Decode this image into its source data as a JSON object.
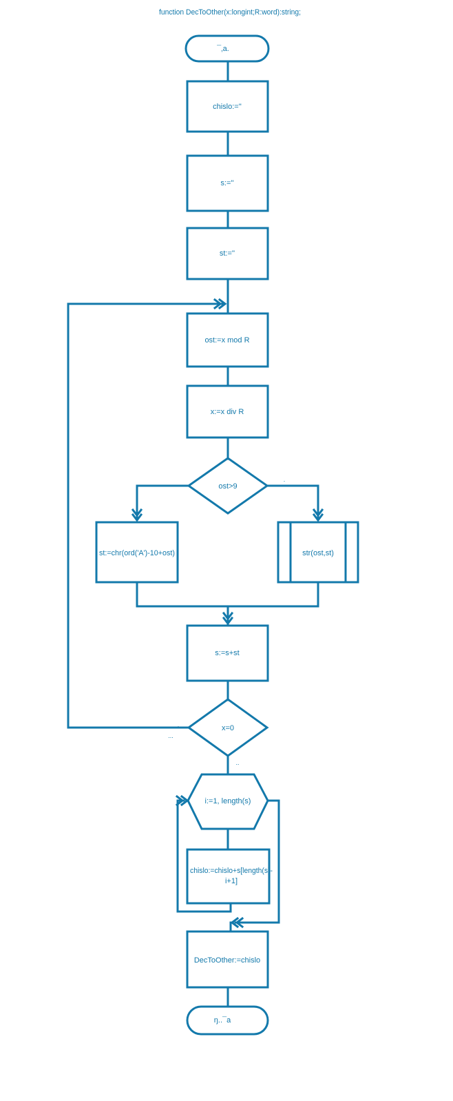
{
  "title": "function DecToOther(x:longint;R:word):string;",
  "theme": {
    "line_color": "#1379AB",
    "background": "#FFFFFF"
  },
  "nodes": {
    "start": "¯‚a.",
    "init_chislo": "chislo:=''",
    "init_s": "s:=''",
    "init_st": "st:=''",
    "mod_step": "ost:=x mod R",
    "div_step": "x:=x div R",
    "decision_ost": "ost>9",
    "letter_branch": "st:=chr(ord('A')-10+ost)",
    "str_branch": "str(ost,st)",
    "append_step": "s:=s+st",
    "decision_x": "x=0",
    "for_loop": "i:=1, length(s)",
    "reverse_line1": "chislo:=chislo+s[length(s)-",
    "reverse_line2": "i+1]",
    "result_step": "DecToOther:=chislo",
    "end": "ŋ..¯a"
  },
  "marks": {
    "ost_right_dot": ".",
    "x_left_dot": ".",
    "x_left_dots": "...",
    "x_below_dots": ".."
  }
}
